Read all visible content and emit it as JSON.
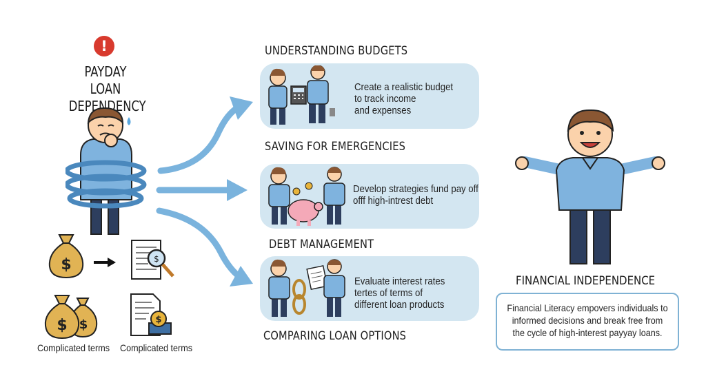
{
  "left": {
    "alert_symbol": "!",
    "title_line1": "PAYDAY LOAN",
    "title_line2": "DEPENDENCY",
    "caption_left": "Complicated terms",
    "caption_right": "Complicated terms"
  },
  "steps": [
    {
      "heading": "UNDERSTANDING BUDGETS",
      "lines": [
        "Create a realistic budget",
        "to track income",
        "and expenses"
      ]
    },
    {
      "heading": "SAVING FOR EMERGENCIES",
      "lines": [
        "Develop strategies fund pay off",
        "offf high-intrest debt"
      ]
    },
    {
      "heading": "DEBT MANAGEMENT",
      "lines": [
        "Evaluate interest rates",
        "tertes of terms of",
        "different loan products"
      ]
    }
  ],
  "bottom_heading": "COMPARING LOAN OPTIONS",
  "right": {
    "title": "FINANCIAL INDEPENDENCE",
    "lines": [
      "Financial Literacy empovers individuals to",
      "informed decisions and break free from",
      "the cycle of high-interest payyay loans."
    ]
  },
  "colors": {
    "panel": "#d3e6f1",
    "arrow": "#7ab3dd",
    "shirt": "#7fb3de",
    "pants": "#2d3e5e",
    "alert": "#d83a2e",
    "money_bag": "#e1b354",
    "piggy": "#f4a9b8"
  },
  "icons": [
    "alert-icon",
    "money-bag-icon",
    "arrow-right-icon",
    "document-magnifier-icon",
    "document-coin-icon",
    "calculator-icon",
    "piggy-bank-icon",
    "chain-icon"
  ]
}
